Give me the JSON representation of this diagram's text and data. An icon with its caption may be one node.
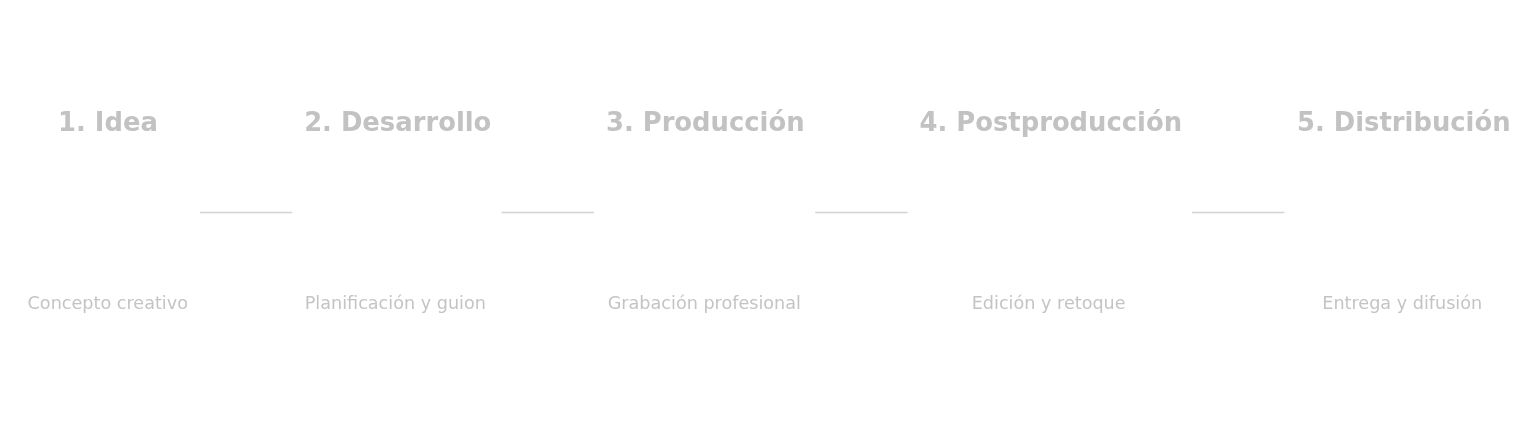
{
  "diagram": {
    "nodes": [
      {
        "text": [
          "1. Idea",
          "Concepto creativo"
        ]
      },
      {
        "text": [
          "2. Desarrollo",
          "Planificación y guion"
        ]
      },
      {
        "text": [
          "3. Producción",
          "Grabación profesional"
        ]
      },
      {
        "text": [
          "4. Postproducción",
          "Edición y retoque"
        ]
      },
      {
        "text": [
          "5. Distribución",
          "Entrega y difusión"
        ]
      }
    ],
    "edges": [
      {
        "from": 0,
        "to": 1,
        "arrow": "none"
      },
      {
        "from": 1,
        "to": 2,
        "arrow": "none"
      },
      {
        "from": 2,
        "to": 3,
        "arrow": "none"
      },
      {
        "from": 3,
        "to": 4,
        "arrow": "none"
      }
    ]
  }
}
